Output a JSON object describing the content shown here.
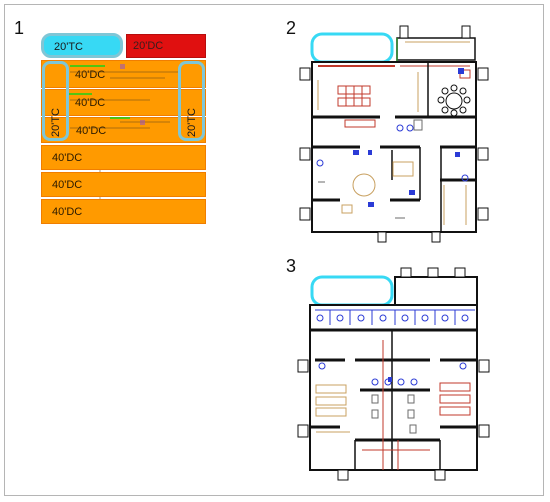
{
  "panels": [
    {
      "number": "1"
    },
    {
      "number": "2"
    },
    {
      "number": "3"
    }
  ],
  "containers": {
    "tc_top": "20'TC",
    "dc_top": "20'DC",
    "dc_row1": "40'DC",
    "dc_row2": "40'DC",
    "dc_row3": "40'DC",
    "dc_row4": "40'DC",
    "dc_row5": "40'DC",
    "dc_row6": "40'DC",
    "tc_left": "20'TC",
    "tc_right": "20'TC"
  },
  "colors": {
    "tc": "#37d9f4",
    "tc_border": "#7fc6d6",
    "dc": "#ff9a00",
    "dc_red": "#e01010",
    "wall": "#111111",
    "furniture_red": "#c0392b",
    "furniture_blue": "#2b3bd6"
  }
}
